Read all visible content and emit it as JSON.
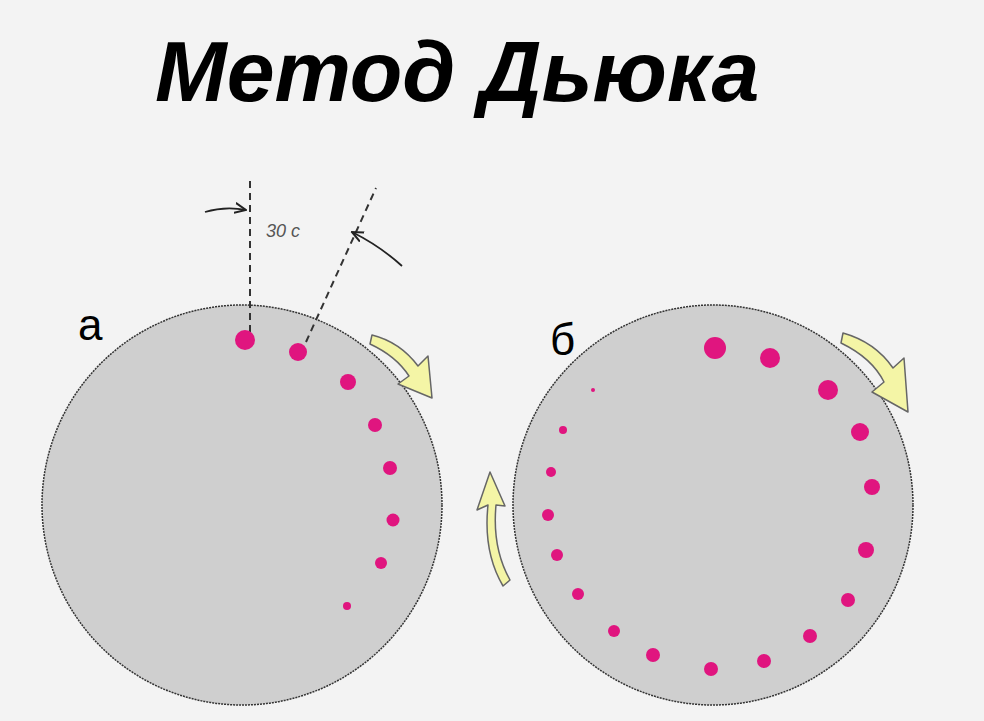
{
  "diagram": {
    "title": "Метод Дьюка",
    "labels": [
      "а",
      "30 с",
      "б"
    ]
  }
}
